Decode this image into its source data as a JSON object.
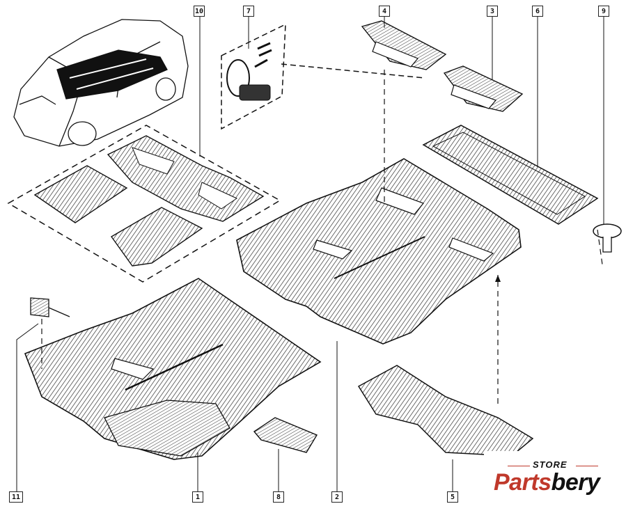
{
  "callouts": {
    "c1": "1",
    "c2": "2",
    "c3": "3",
    "c4": "4",
    "c5": "5",
    "c6": "6",
    "c7": "7",
    "c8": "8",
    "c9": "9",
    "c10": "10",
    "c11": "11"
  },
  "logo": {
    "store": "STORE",
    "brand_part1": "Parts",
    "brand_part2": "bery",
    "accent_color": "#c0392b"
  }
}
